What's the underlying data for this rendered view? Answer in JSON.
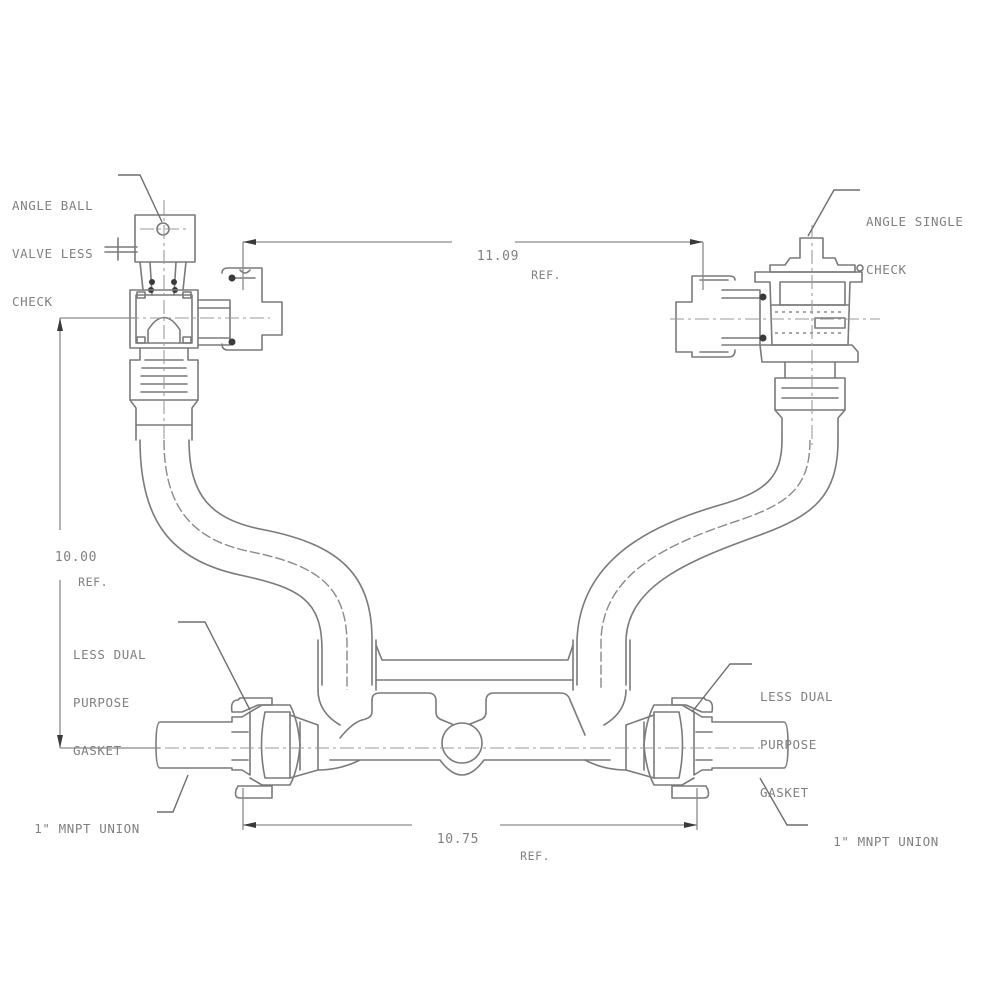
{
  "drawing": {
    "title": "Meter setter assembly with angle ball valve and angle single check",
    "line_color": "#7a7a7a",
    "background": "#ffffff"
  },
  "callouts": {
    "angle_ball_valve": [
      "ANGLE BALL",
      "VALVE LESS",
      "CHECK"
    ],
    "angle_single_check": [
      "ANGLE SINGLE",
      "CHECK"
    ],
    "gasket_left": [
      "LESS DUAL",
      "PURPOSE",
      "GASKET"
    ],
    "gasket_right": [
      "LESS DUAL",
      "PURPOSE",
      "GASKET"
    ],
    "union_left": "1\" MNPT UNION",
    "union_right": "1\" MNPT UNION"
  },
  "dimensions": {
    "top_width": {
      "value": "11.09",
      "suffix": "REF."
    },
    "height": {
      "value": "10.00",
      "suffix": "REF."
    },
    "bottom_width": {
      "value": "10.75",
      "suffix": "REF."
    }
  }
}
